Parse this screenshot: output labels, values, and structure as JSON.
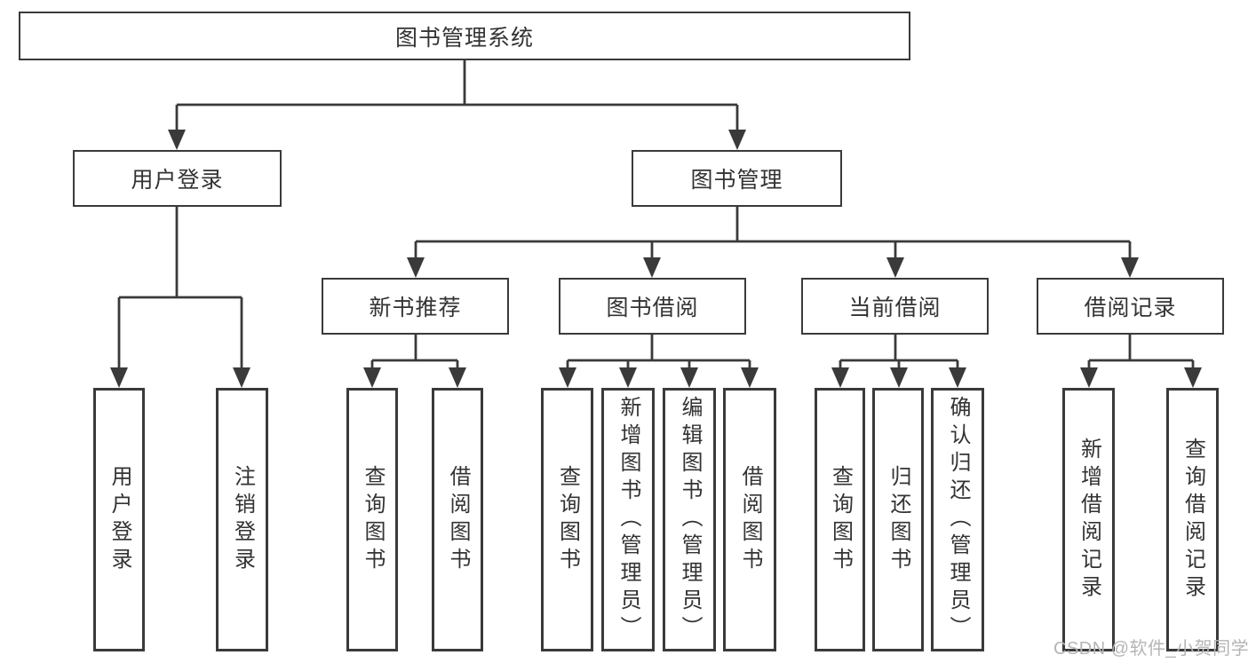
{
  "diagram": {
    "title": "图书管理系统",
    "branches": [
      {
        "label": "用户登录",
        "children": [
          {
            "label": "用户登录"
          },
          {
            "label": "注销登录"
          }
        ]
      },
      {
        "label": "图书管理",
        "sections": [
          {
            "label": "新书推荐",
            "children": [
              {
                "label": "查询图书"
              },
              {
                "label": "借阅图书"
              }
            ]
          },
          {
            "label": "图书借阅",
            "children": [
              {
                "label": "查询图书"
              },
              {
                "label": "新增图书（管理员）"
              },
              {
                "label": "编辑图书（管理员）"
              },
              {
                "label": "借阅图书"
              }
            ]
          },
          {
            "label": "当前借阅",
            "children": [
              {
                "label": "查询图书"
              },
              {
                "label": "归还图书"
              },
              {
                "label": "确认归还（管理员）"
              }
            ]
          },
          {
            "label": "借阅记录",
            "children": [
              {
                "label": "新增借阅记录"
              },
              {
                "label": "查询借阅记录"
              }
            ]
          }
        ]
      }
    ]
  },
  "watermark": {
    "text": "CSDN @软件_小贺同学"
  },
  "colors": {
    "line": "#3a3a3a",
    "text": "#333333",
    "background": "#ffffff",
    "watermark": "#b5b5b5"
  }
}
